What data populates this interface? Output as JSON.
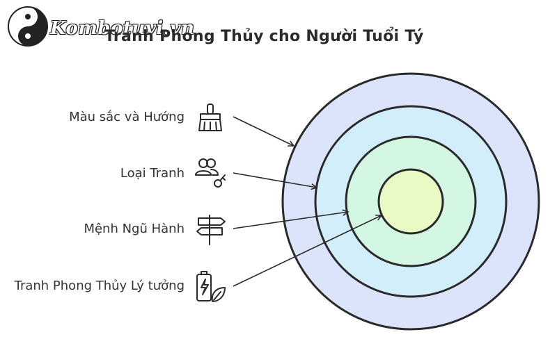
{
  "brand": {
    "watermark_text": "Kombotuvi.vn"
  },
  "diagram": {
    "title": "Tranh Phong Thủy cho Người Tuổi Tý",
    "items": [
      {
        "label": "Màu sắc và Hướng",
        "icon": "paintbrush-icon"
      },
      {
        "label": "Loại Tranh",
        "icon": "people-key-icon"
      },
      {
        "label": "Mệnh Ngũ Hành",
        "icon": "signpost-icon"
      },
      {
        "label": "Tranh Phong Thủy Lý tưởng",
        "icon": "battery-leaf-icon"
      }
    ],
    "rings": [
      {
        "level": 1,
        "fill": "#dbe4fb"
      },
      {
        "level": 2,
        "fill": "#d3eefb"
      },
      {
        "level": 3,
        "fill": "#d4f7e4"
      },
      {
        "level": 4,
        "fill": "#eafac4"
      }
    ],
    "stroke_color": "#2a2a2a"
  }
}
